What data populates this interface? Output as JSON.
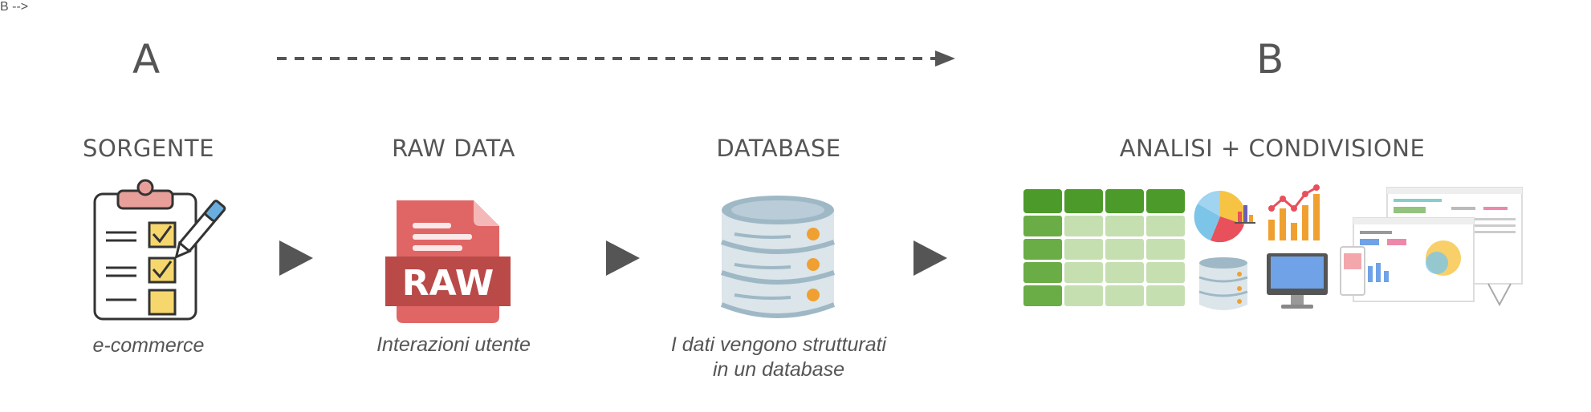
{
  "flow": {
    "start_label": "A",
    "end_label": "B"
  },
  "stages": [
    {
      "title": "SORGENTE",
      "caption": "e-commerce"
    },
    {
      "title": "RAW DATA",
      "caption": "Interazioni utente"
    },
    {
      "title": "DATABASE",
      "caption_line1": "I dati vengono strutturati",
      "caption_line2": "in un database"
    },
    {
      "title": "ANALISI + CONDIVISIONE"
    }
  ],
  "raw_icon_text": "RAW",
  "colors": {
    "text": "#555555",
    "arrow": "#555555",
    "raw_red": "#e06666",
    "raw_dark_red": "#b94a48",
    "db_gray": "#b9c9d3",
    "db_accent": "#f0a030",
    "grid_dark_green": "#4c9a2a",
    "grid_light_green": "#c5dfb0",
    "checkbox_yellow": "#f5d76e"
  },
  "icons": [
    "clipboard-checklist-icon",
    "raw-file-icon",
    "database-icon",
    "spreadsheet-grid-icon",
    "pie-chart-icon",
    "bar-chart-icon",
    "small-database-icon",
    "monitor-icon",
    "dashboard-screens-icon",
    "play-arrow-icon",
    "dashed-arrow-icon"
  ]
}
